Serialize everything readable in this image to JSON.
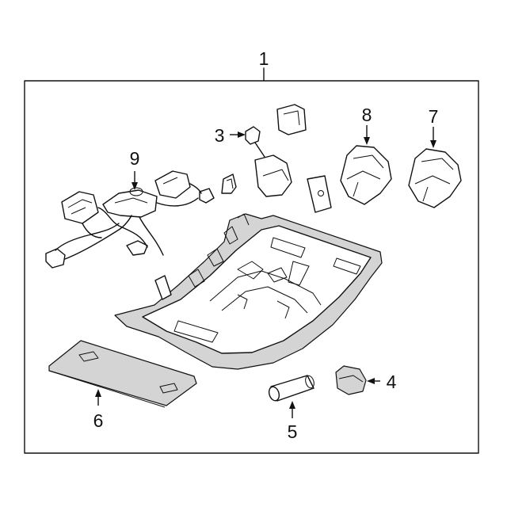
{
  "diagram": {
    "callouts": {
      "c1": "1",
      "c3": "3",
      "c4": "4",
      "c5": "5",
      "c6": "6",
      "c7": "7",
      "c8": "8",
      "c9": "9"
    }
  }
}
